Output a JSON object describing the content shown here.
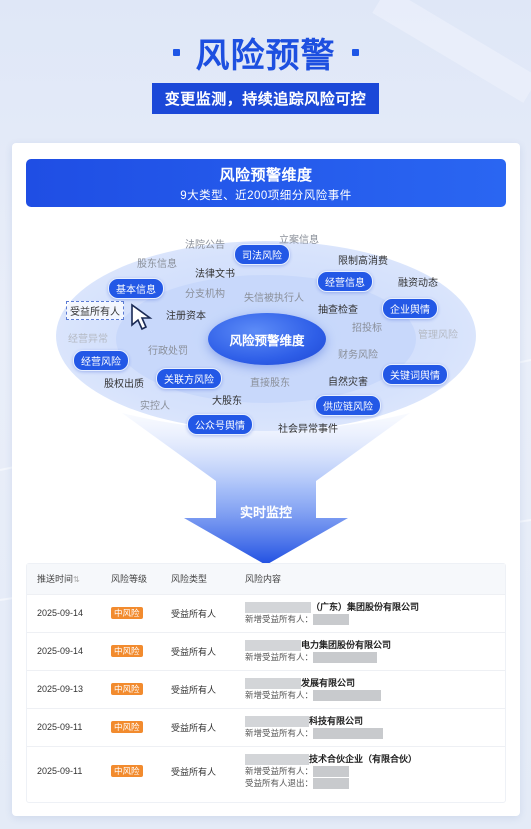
{
  "header": {
    "title": "风险预警",
    "subtitle": "变更监测，持续追踪风险可控"
  },
  "banner": {
    "title": "风险预警维度",
    "subtitle": "9大类型、近200项细分风险事件"
  },
  "diagram": {
    "center": "风险预警维度",
    "pills": [
      "司法风险",
      "基本信息",
      "经营信息",
      "企业舆情",
      "经营风险",
      "关联方风险",
      "关键词舆情",
      "供应链风险",
      "公众号舆情"
    ],
    "labels": [
      "法院公告",
      "立案信息",
      "股东信息",
      "限制高消费",
      "法律文书",
      "融资动态",
      "分支机构",
      "失信被执行人",
      "注册资本",
      "抽查检查",
      "招投标",
      "经营异常",
      "管理风险",
      "行政处罚",
      "财务风险",
      "股权出质",
      "直接股东",
      "自然灾害",
      "实控人",
      "大股东",
      "社会异常事件"
    ],
    "highlight_label": "受益所有人",
    "funnel_text": "实时监控"
  },
  "table": {
    "headers": [
      "推送时间",
      "风险等级",
      "风险类型",
      "风险内容"
    ],
    "rows": [
      {
        "date": "2025-09-14",
        "level": "中风险",
        "type": "受益所有人",
        "company_suffix": "（广东）集团股份有限公司",
        "lines": [
          "新增受益所有人："
        ]
      },
      {
        "date": "2025-09-14",
        "level": "中风险",
        "type": "受益所有人",
        "company_suffix": "电力集团股份有限公司",
        "lines": [
          "新增受益所有人："
        ]
      },
      {
        "date": "2025-09-13",
        "level": "中风险",
        "type": "受益所有人",
        "company_suffix": "发展有限公司",
        "lines": [
          "新增受益所有人："
        ]
      },
      {
        "date": "2025-09-11",
        "level": "中风险",
        "type": "受益所有人",
        "company_suffix": "科技有限公司",
        "lines": [
          "新增受益所有人："
        ]
      },
      {
        "date": "2025-09-11",
        "level": "中风险",
        "type": "受益所有人",
        "company_suffix": "技术合伙企业（有限合伙）",
        "lines": [
          "新增受益所有人：",
          "受益所有人退出："
        ]
      }
    ]
  },
  "colors": {
    "brand_blue": "#1d4fe0",
    "badge_orange": "#f28b2e"
  }
}
